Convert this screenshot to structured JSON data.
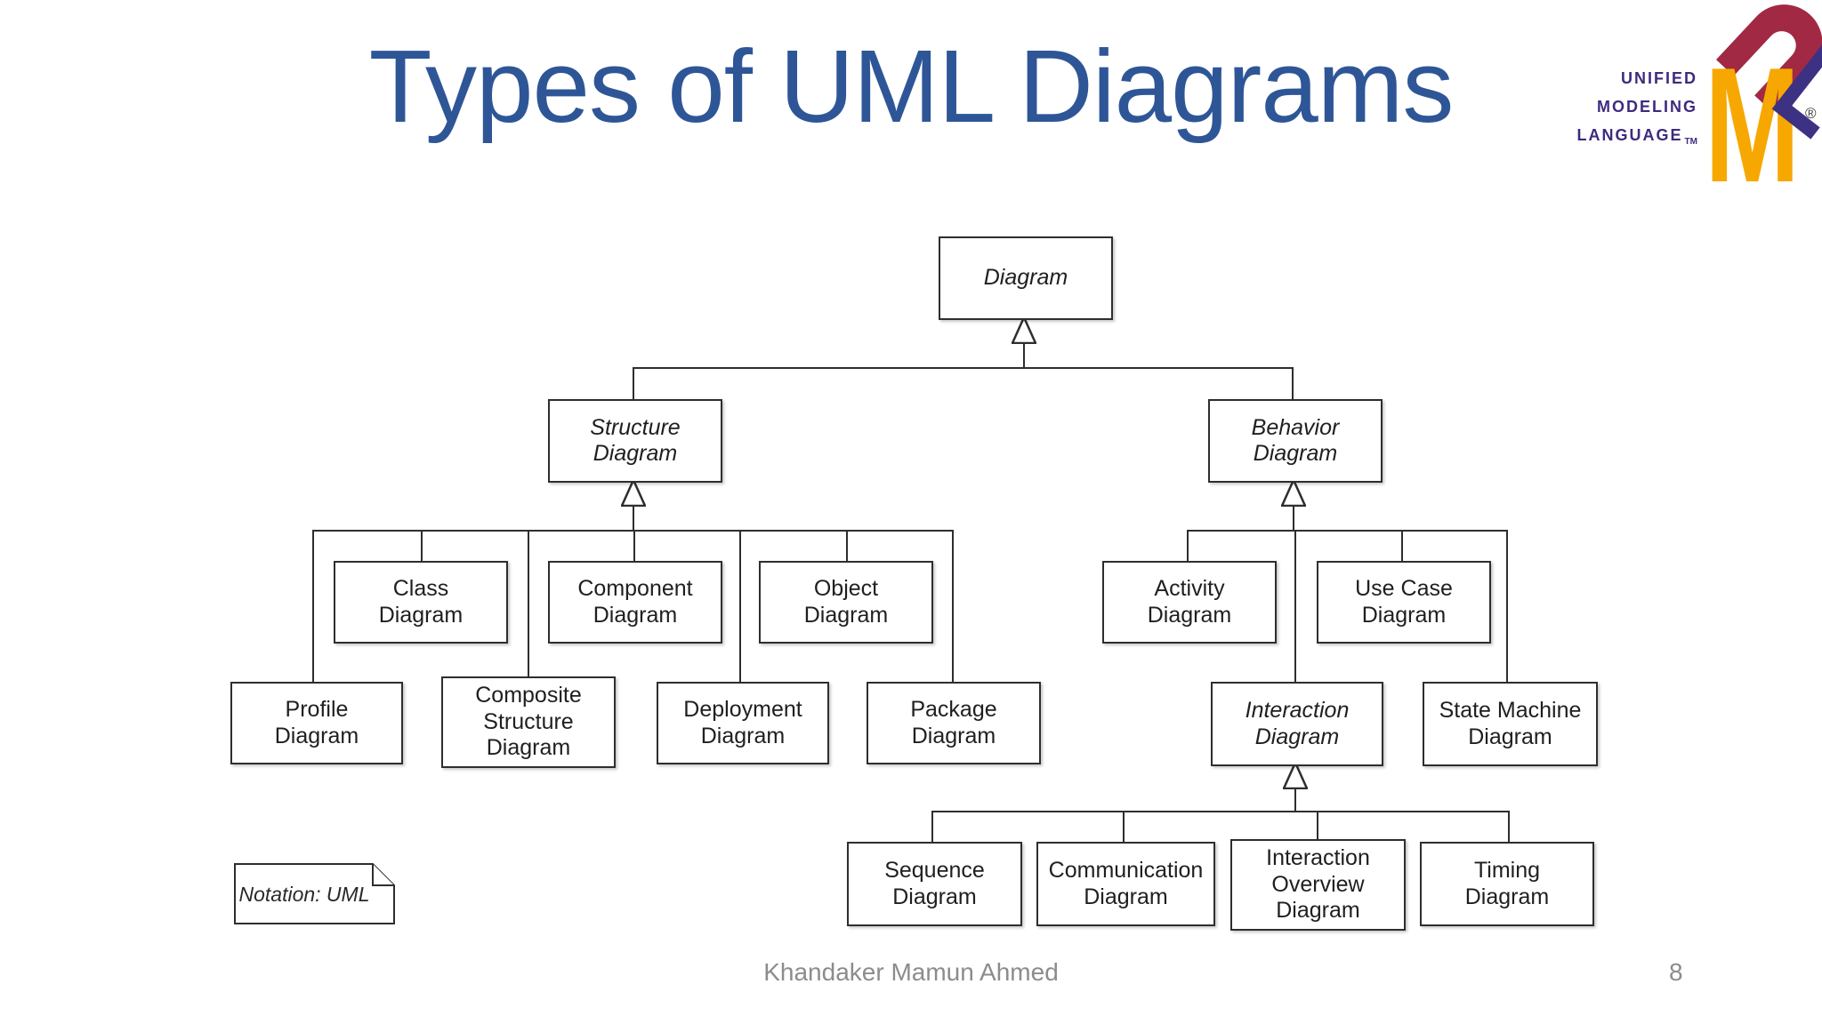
{
  "slide": {
    "title": "Types of UML Diagrams",
    "footer_author": "Khandaker Mamun Ahmed",
    "page_number": "8",
    "background": "#ffffff"
  },
  "colors": {
    "title_blue": "#2e5697",
    "line_black": "#2e2e2e",
    "footer_gray": "#8c8c8c",
    "logo_purple_text": "#3f2a7e",
    "logo_u_maroon": "#a12944",
    "logo_m_gold": "#f7a800",
    "logo_l_indigo": "#3d3183"
  },
  "logo": {
    "lines": [
      "UNIFIED",
      "MODELING",
      "LANGUAGE"
    ],
    "trademark": "TM",
    "registered": "®",
    "letters": {
      "u": "U",
      "m": "M",
      "l": "L"
    }
  },
  "nodes": {
    "diagram": {
      "label": "Diagram"
    },
    "structure": {
      "label": "Structure\nDiagram"
    },
    "behavior": {
      "label": "Behavior\nDiagram"
    },
    "class": {
      "label": "Class\nDiagram"
    },
    "component": {
      "label": "Component\nDiagram"
    },
    "object": {
      "label": "Object\nDiagram"
    },
    "activity": {
      "label": "Activity\nDiagram"
    },
    "usecase": {
      "label": "Use Case\nDiagram"
    },
    "profile": {
      "label": "Profile\nDiagram"
    },
    "composite": {
      "label": "Composite\nStructure\nDiagram"
    },
    "deployment": {
      "label": "Deployment\nDiagram"
    },
    "package": {
      "label": "Package\nDiagram"
    },
    "interaction": {
      "label": "Interaction\nDiagram"
    },
    "statemachine": {
      "label": "State Machine\nDiagram"
    },
    "sequence": {
      "label": "Sequence\nDiagram"
    },
    "communication": {
      "label": "Communication\nDiagram"
    },
    "interactionoverview": {
      "label": "Interaction\nOverview\nDiagram"
    },
    "timing": {
      "label": "Timing\nDiagram"
    }
  },
  "hierarchy": {
    "root": "Diagram",
    "abstract_nodes": [
      "Diagram",
      "Structure Diagram",
      "Behavior Diagram",
      "Interaction Diagram"
    ],
    "edges": [
      {
        "parent": "Diagram",
        "children": [
          "Structure Diagram",
          "Behavior Diagram"
        ]
      },
      {
        "parent": "Structure Diagram",
        "children": [
          "Class Diagram",
          "Component Diagram",
          "Object Diagram",
          "Profile Diagram",
          "Composite Structure Diagram",
          "Deployment Diagram",
          "Package Diagram"
        ]
      },
      {
        "parent": "Behavior Diagram",
        "children": [
          "Activity Diagram",
          "Use Case Diagram",
          "Interaction Diagram",
          "State Machine Diagram"
        ]
      },
      {
        "parent": "Interaction Diagram",
        "children": [
          "Sequence Diagram",
          "Communication Diagram",
          "Interaction Overview Diagram",
          "Timing Diagram"
        ]
      }
    ],
    "arrow_type": "generalization (hollow triangle)"
  },
  "note": {
    "label": "Notation: UML"
  }
}
